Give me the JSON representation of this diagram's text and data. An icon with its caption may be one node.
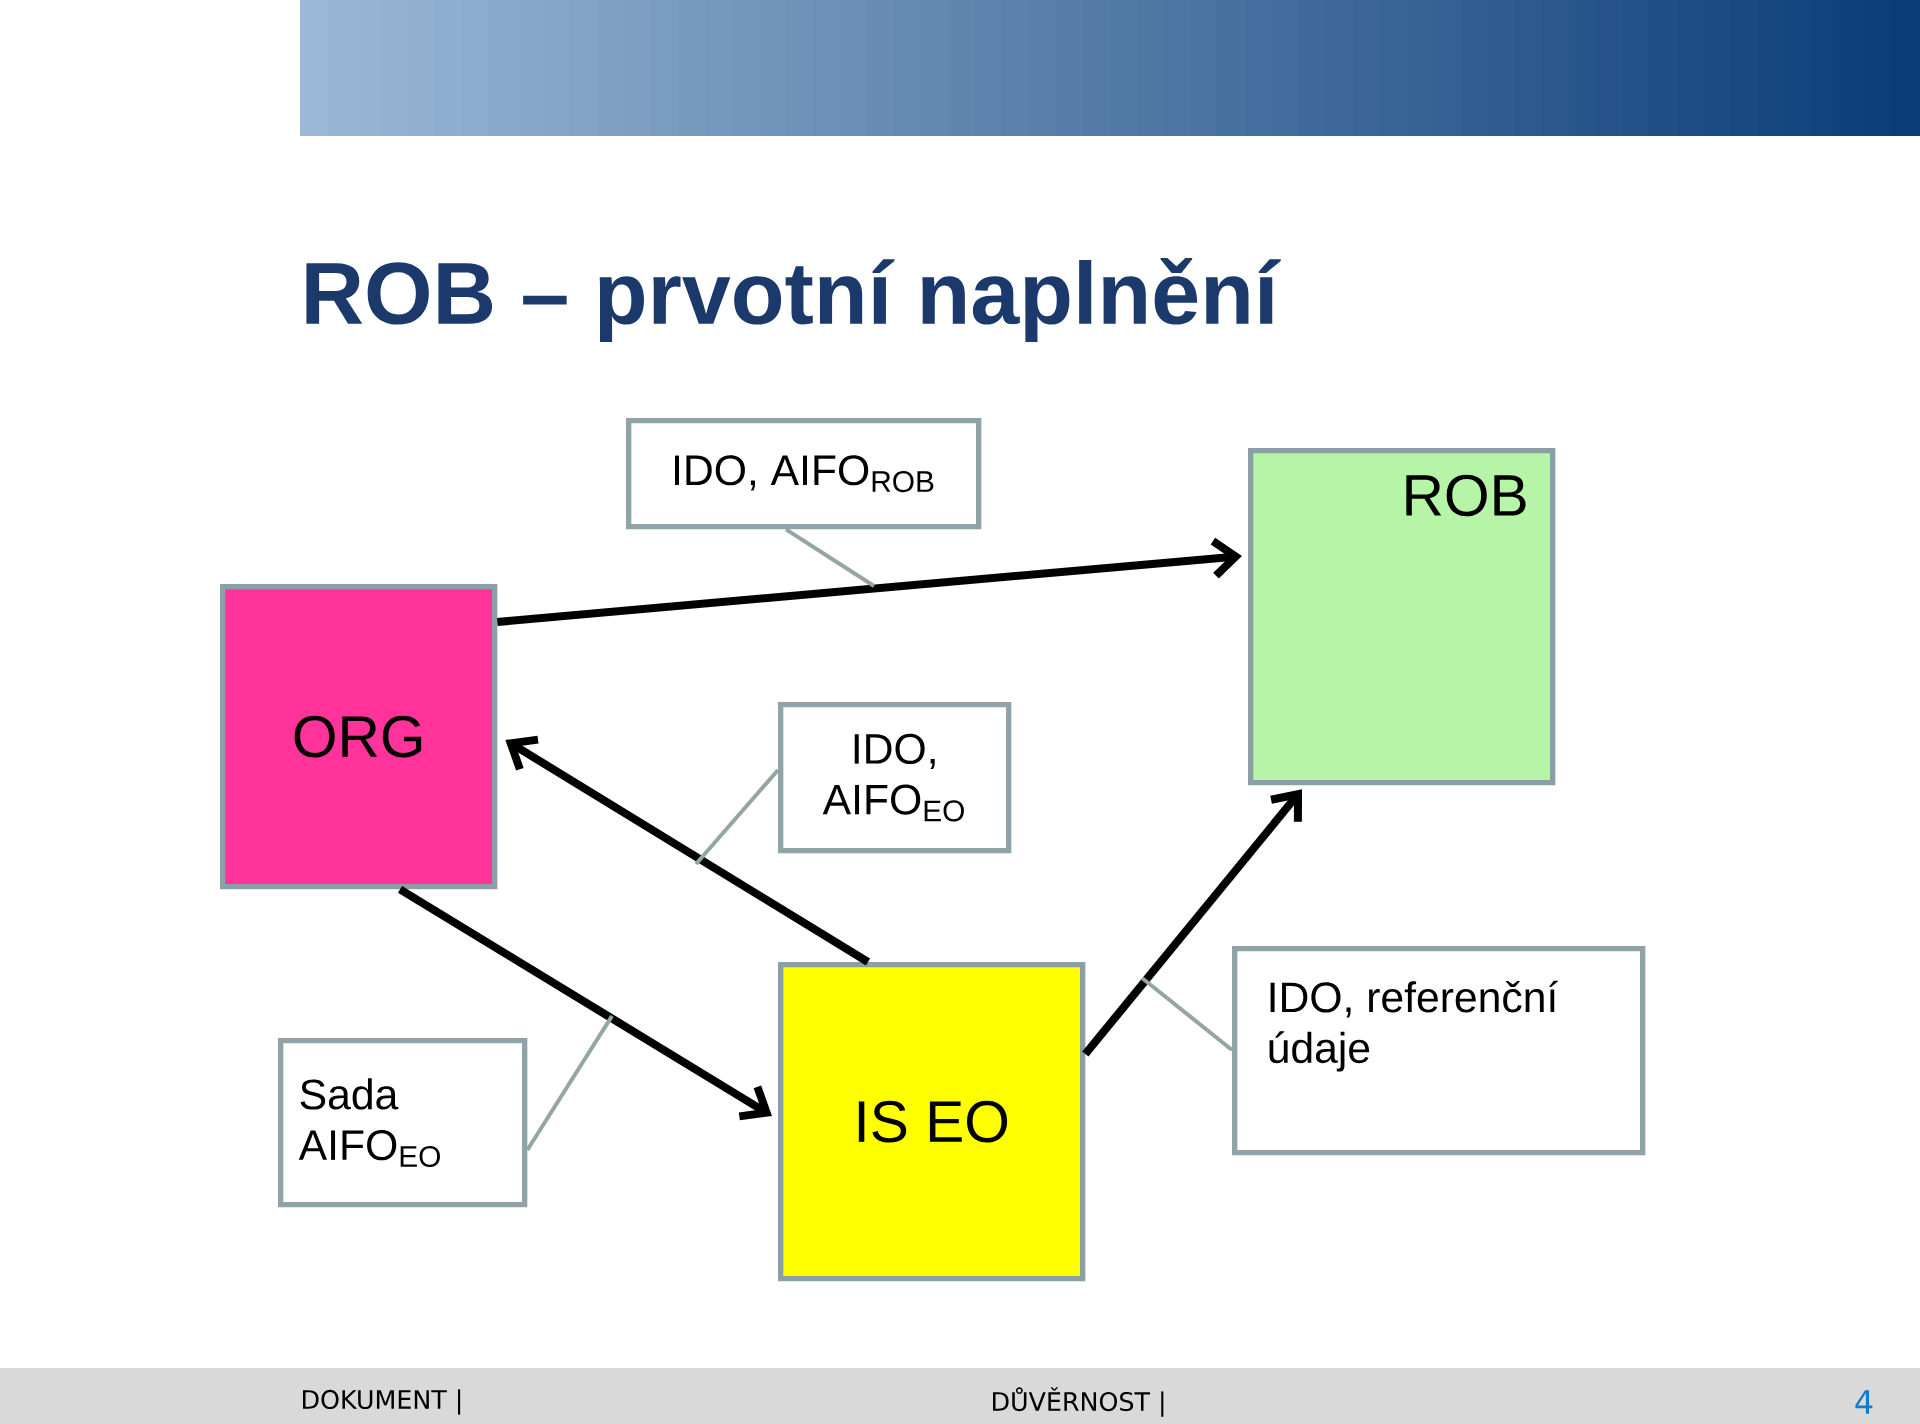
{
  "diagram": {
    "title": "ROB – prvotní naplnění",
    "nodes": [
      {
        "text": [
          "ORG"
        ]
      },
      {
        "text": [
          "ROB"
        ]
      },
      {
        "text": [
          "IS EO"
        ]
      },
      {
        "text": [
          "IDO, AIFO$_{ROB}$"
        ]
      },
      {
        "text": [
          "IDO, AIFO$_{EO}$"
        ]
      },
      {
        "text": [
          "Sada AIFO$_{EO}$"
        ]
      },
      {
        "text": [
          "IDO, referenční údaje"
        ]
      }
    ],
    "edges": [
      {
        "from": 0,
        "to": 1,
        "arrow": "to",
        "style": "thick",
        "color": "#000000"
      },
      {
        "from": 2,
        "to": 0,
        "arrow": "to",
        "style": "thick",
        "color": "#000000"
      },
      {
        "from": 0,
        "to": 2,
        "arrow": "to",
        "style": "thick",
        "color": "#000000"
      },
      {
        "from": 2,
        "to": 1,
        "arrow": "to",
        "style": "thick",
        "color": "#000000"
      },
      {
        "from": 3,
        "to": null,
        "arrow": "none",
        "color": "#95a5a6"
      },
      {
        "from": 4,
        "to": null,
        "arrow": "none",
        "color": "#95a5a6"
      },
      {
        "from": 5,
        "to": null,
        "arrow": "none",
        "color": "#95a5a6"
      },
      {
        "from": 6,
        "to": null,
        "arrow": "none",
        "color": "#95a5a6"
      }
    ],
    "labels": [
      "DOKUMENT |",
      "DŮVĚRNOST |",
      "4"
    ]
  }
}
